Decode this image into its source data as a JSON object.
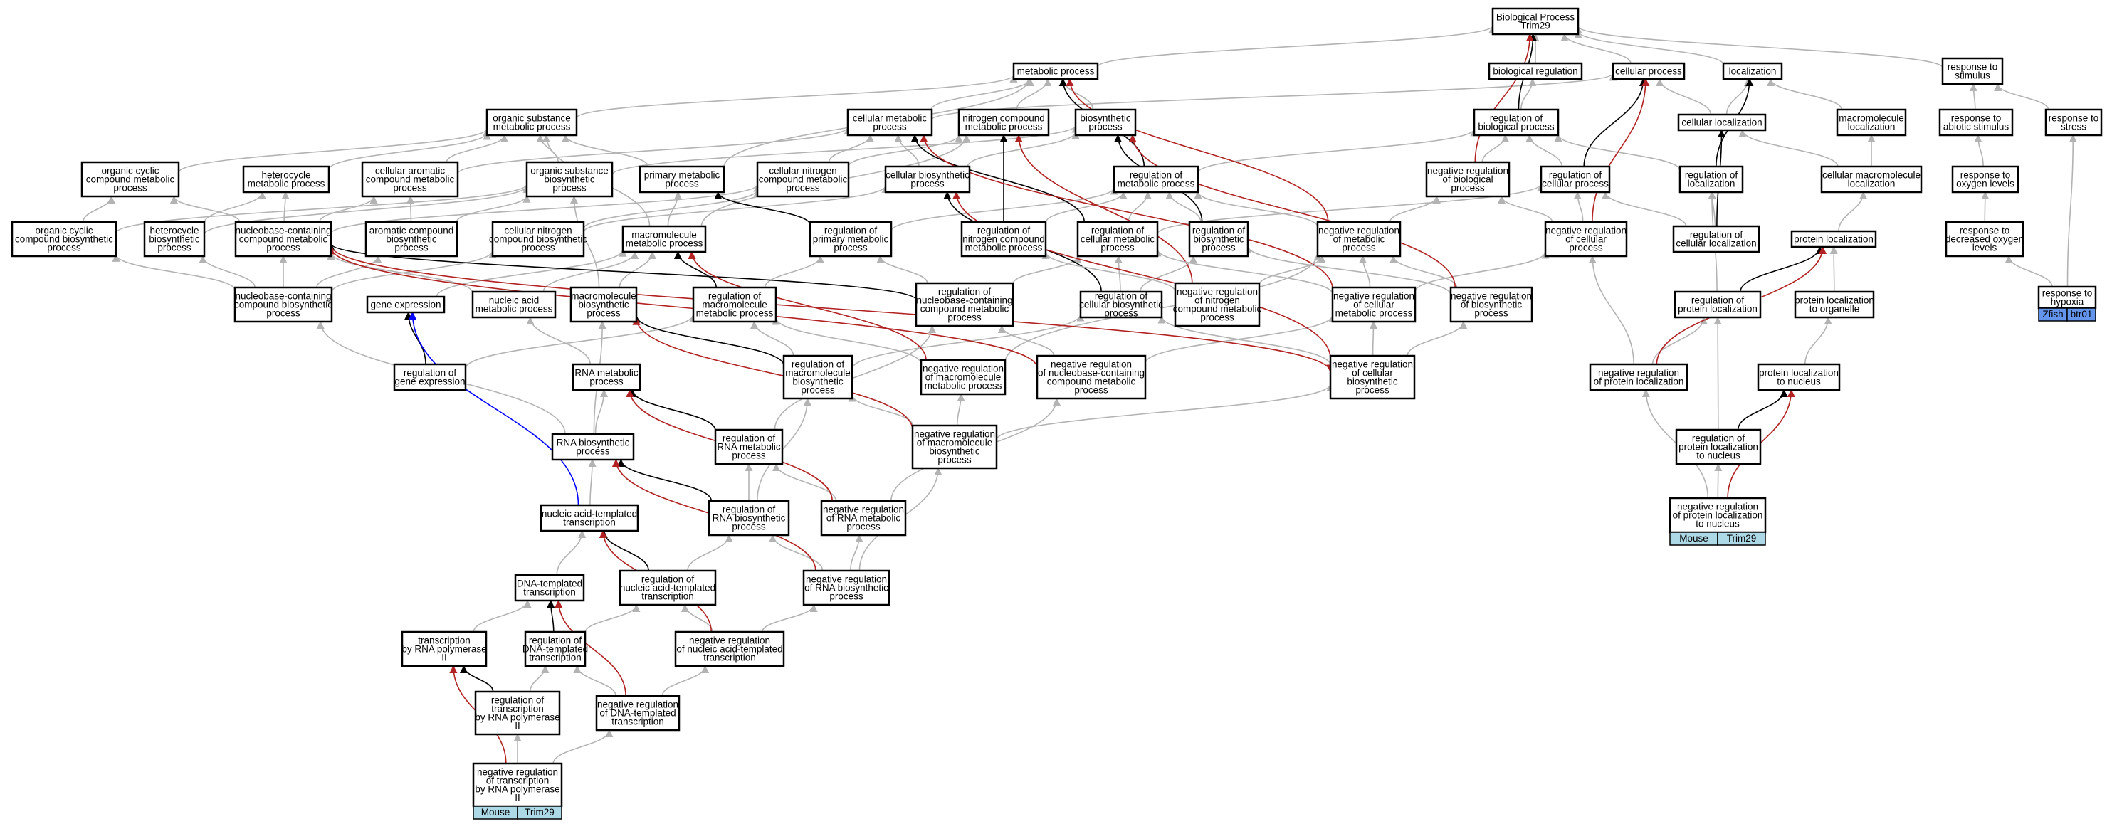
{
  "colors": {
    "is_a": "#b3b3b3",
    "regulates": "#000000",
    "negatively_regulates": "#b22222",
    "part_of": "#0000ff",
    "species_mouse": "#add8e6",
    "species_zfish": "#6495ed"
  },
  "nodes": [
    {
      "id": "root",
      "label": "Biological Process\nTrim29"
    },
    {
      "id": "mp",
      "label": "metabolic process"
    },
    {
      "id": "bioreg",
      "label": "biological regulation"
    },
    {
      "id": "cp",
      "label": "cellular process"
    },
    {
      "id": "loc",
      "label": "localization"
    },
    {
      "id": "rts",
      "label": "response to\nstimulus"
    },
    {
      "id": "osmp",
      "label": "organic substance\nmetabolic process"
    },
    {
      "id": "cmp",
      "label": "cellular metabolic\nprocess"
    },
    {
      "id": "ncmp",
      "label": "nitrogen compound\nmetabolic process"
    },
    {
      "id": "bp",
      "label": "biosynthetic\nprocess"
    },
    {
      "id": "rbp",
      "label": "regulation of\nbiological process"
    },
    {
      "id": "cl",
      "label": "cellular localization"
    },
    {
      "id": "ml",
      "label": "macromolecule\nlocalization"
    },
    {
      "id": "ras",
      "label": "response to\nabiotic stimulus"
    },
    {
      "id": "rstress",
      "label": "response to\nstress"
    },
    {
      "id": "occmp",
      "label": "organic cyclic\ncompound metabolic\nprocess"
    },
    {
      "id": "hmp",
      "label": "heterocycle\nmetabolic process"
    },
    {
      "id": "cacmp",
      "label": "cellular aromatic\ncompound metabolic\nprocess"
    },
    {
      "id": "osbp",
      "label": "organic substance\nbiosynthetic\nprocess"
    },
    {
      "id": "pmp",
      "label": "primary metabolic\nprocess"
    },
    {
      "id": "cncmp",
      "label": "cellular nitrogen\ncompound metabolic\nprocess"
    },
    {
      "id": "cbp",
      "label": "cellular biosynthetic\nprocess"
    },
    {
      "id": "rmp",
      "label": "regulation of\nmetabolic process"
    },
    {
      "id": "nrbp",
      "label": "negative regulation\nof biological\nprocess"
    },
    {
      "id": "rcp",
      "label": "regulation of\ncellular process"
    },
    {
      "id": "rloc",
      "label": "regulation of\nlocalization"
    },
    {
      "id": "cml",
      "label": "cellular macromolecule\nlocalization"
    },
    {
      "id": "rol",
      "label": "response to\noxygen levels"
    },
    {
      "id": "occbp",
      "label": "organic cyclic\ncompound biosynthetic\nprocess"
    },
    {
      "id": "hbp",
      "label": "heterocycle\nbiosynthetic\nprocess"
    },
    {
      "id": "nbcmp",
      "label": "nucleobase-containing\ncompound metabolic\nprocess"
    },
    {
      "id": "acbp",
      "label": "aromatic compound\nbiosynthetic\nprocess"
    },
    {
      "id": "cncbp",
      "label": "cellular nitrogen\ncompound biosynthetic\nprocess"
    },
    {
      "id": "macmp",
      "label": "macromolecule\nmetabolic process"
    },
    {
      "id": "rpmp",
      "label": "regulation of\nprimary metabolic\nprocess"
    },
    {
      "id": "rncmp",
      "label": "regulation of\nnitrogen compound\nmetabolic process"
    },
    {
      "id": "rcmp",
      "label": "regulation of\ncellular metabolic\nprocess"
    },
    {
      "id": "rbsp",
      "label": "regulation of\nbiosynthetic\nprocess"
    },
    {
      "id": "nrmp",
      "label": "negative regulation\nof metabolic\nprocess"
    },
    {
      "id": "nrcp",
      "label": "negative regulation\nof cellular\nprocess"
    },
    {
      "id": "rcl",
      "label": "regulation of\ncellular localization"
    },
    {
      "id": "pl",
      "label": "protein localization"
    },
    {
      "id": "rdol",
      "label": "response to\ndecreased oxygen\nlevels"
    },
    {
      "id": "nbcbp",
      "label": "nucleobase-containing\ncompound biosynthetic\nprocess"
    },
    {
      "id": "ge",
      "label": "gene expression"
    },
    {
      "id": "namp",
      "label": "nucleic acid\nmetabolic process"
    },
    {
      "id": "mbp",
      "label": "macromolecule\nbiosynthetic\nprocess"
    },
    {
      "id": "rmmp",
      "label": "regulation of\nmacromolecule\nmetabolic process"
    },
    {
      "id": "rnbcmp",
      "label": "regulation of\nnucleobase-containing\ncompound metabolic\nprocess"
    },
    {
      "id": "rcbp",
      "label": "regulation of\ncellular biosynthetic\nprocess"
    },
    {
      "id": "nrncmp",
      "label": "negative regulation\nof nitrogen\ncompound metabolic\nprocess"
    },
    {
      "id": "nrcmp",
      "label": "negative regulation\nof cellular\nmetabolic process"
    },
    {
      "id": "nrbsp",
      "label": "negative regulation\nof biosynthetic\nprocess"
    },
    {
      "id": "rpl",
      "label": "regulation of\nprotein localization"
    },
    {
      "id": "plto",
      "label": "protein localization\nto organelle"
    },
    {
      "id": "rth",
      "label": "response to\nhypoxia"
    },
    {
      "id": "rge",
      "label": "regulation of\ngene expression"
    },
    {
      "id": "rnamp",
      "label": "RNA metabolic\nprocess"
    },
    {
      "id": "rmbp",
      "label": "regulation of\nmacromolecule\nbiosynthetic\nprocess"
    },
    {
      "id": "nrmmp",
      "label": "negative regulation\nof macromolecule\nmetabolic process"
    },
    {
      "id": "nrnbcmp",
      "label": "negative regulation\nof nucleobase-containing\ncompound metabolic\nprocess"
    },
    {
      "id": "nrcbp",
      "label": "negative regulation\nof cellular\nbiosynthetic\nprocess"
    },
    {
      "id": "nrpl",
      "label": "negative regulation\nof protein localization"
    },
    {
      "id": "pltn",
      "label": "protein localization\nto nucleus"
    },
    {
      "id": "rnabp",
      "label": "RNA biosynthetic\nprocess"
    },
    {
      "id": "rrnamp",
      "label": "regulation of\nRNA metabolic\nprocess"
    },
    {
      "id": "nrmbp",
      "label": "negative regulation\nof macromolecule\nbiosynthetic\nprocess"
    },
    {
      "id": "rpltn",
      "label": "regulation of\nprotein localization\nto nucleus"
    },
    {
      "id": "natt",
      "label": "nucleic acid-templated\ntranscription"
    },
    {
      "id": "rrnabp",
      "label": "regulation of\nRNA biosynthetic\nprocess"
    },
    {
      "id": "nrrnamp",
      "label": "negative regulation\nof RNA metabolic\nprocess"
    },
    {
      "id": "nrpltn",
      "label": "negative regulation\nof protein localization\nto nucleus"
    },
    {
      "id": "dtt",
      "label": "DNA-templated\ntranscription"
    },
    {
      "id": "rnatt",
      "label": "regulation of\nnucleic acid-templated\ntranscription"
    },
    {
      "id": "nrrnabp",
      "label": "negative regulation\nof RNA biosynthetic\nprocess"
    },
    {
      "id": "trp2",
      "label": "transcription\nby RNA polymerase\nII"
    },
    {
      "id": "rdtt",
      "label": "regulation of\nDNA-templated\ntranscription"
    },
    {
      "id": "nrnatt",
      "label": "negative regulation\nof nucleic acid-templated\ntranscription"
    },
    {
      "id": "rtrp2",
      "label": "regulation of\ntranscription\nby RNA polymerase\nII"
    },
    {
      "id": "nrdtt",
      "label": "negative regulation\nof DNA-templated\ntranscription"
    },
    {
      "id": "nrtrp2",
      "label": "negative regulation\nof transcription\nby RNA polymerase\nII"
    }
  ],
  "edges": [
    [
      "mp",
      "root",
      "is_a"
    ],
    [
      "bioreg",
      "root",
      "is_a"
    ],
    [
      "cp",
      "root",
      "is_a"
    ],
    [
      "loc",
      "root",
      "is_a"
    ],
    [
      "rts",
      "root",
      "is_a"
    ],
    [
      "osmp",
      "mp",
      "is_a"
    ],
    [
      "cmp",
      "mp",
      "is_a"
    ],
    [
      "ncmp",
      "mp",
      "is_a"
    ],
    [
      "bp",
      "mp",
      "is_a"
    ],
    [
      "pmp",
      "mp",
      "is_a"
    ],
    [
      "cmp",
      "cp",
      "is_a"
    ],
    [
      "cl",
      "cp",
      "is_a"
    ],
    [
      "cl",
      "loc",
      "is_a"
    ],
    [
      "ml",
      "loc",
      "is_a"
    ],
    [
      "rbp",
      "bioreg",
      "is_a"
    ],
    [
      "rbp",
      "root",
      "regulates"
    ],
    [
      "nrbp",
      "rbp",
      "is_a"
    ],
    [
      "nrbp",
      "root",
      "negatively_regulates"
    ],
    [
      "ras",
      "rts",
      "is_a"
    ],
    [
      "rstress",
      "rts",
      "is_a"
    ],
    [
      "rol",
      "ras",
      "is_a"
    ],
    [
      "rdol",
      "rol",
      "is_a"
    ],
    [
      "rth",
      "rdol",
      "is_a"
    ],
    [
      "rth",
      "rstress",
      "is_a"
    ],
    [
      "occmp",
      "osmp",
      "is_a"
    ],
    [
      "hmp",
      "osmp",
      "is_a"
    ],
    [
      "cacmp",
      "cmp",
      "is_a"
    ],
    [
      "cacmp",
      "osmp",
      "is_a"
    ],
    [
      "osbp",
      "osmp",
      "is_a"
    ],
    [
      "osbp",
      "bp",
      "is_a"
    ],
    [
      "pmp",
      "osmp",
      "is_a"
    ],
    [
      "cncmp",
      "cmp",
      "is_a"
    ],
    [
      "cncmp",
      "ncmp",
      "is_a"
    ],
    [
      "cbp",
      "cmp",
      "is_a"
    ],
    [
      "cbp",
      "bp",
      "is_a"
    ],
    [
      "rmp",
      "rbp",
      "is_a"
    ],
    [
      "rmp",
      "mp",
      "regulates"
    ],
    [
      "rcp",
      "rbp",
      "is_a"
    ],
    [
      "rcp",
      "cp",
      "regulates"
    ],
    [
      "rloc",
      "rbp",
      "is_a"
    ],
    [
      "rloc",
      "loc",
      "regulates"
    ],
    [
      "cml",
      "ml",
      "is_a"
    ],
    [
      "cml",
      "cl",
      "is_a"
    ],
    [
      "occbp",
      "occmp",
      "is_a"
    ],
    [
      "occbp",
      "osbp",
      "is_a"
    ],
    [
      "hbp",
      "hmp",
      "is_a"
    ],
    [
      "hbp",
      "osbp",
      "is_a"
    ],
    [
      "nbcmp",
      "hmp",
      "is_a"
    ],
    [
      "nbcmp",
      "cacmp",
      "is_a"
    ],
    [
      "nbcmp",
      "occmp",
      "is_a"
    ],
    [
      "nbcmp",
      "cncmp",
      "is_a"
    ],
    [
      "acbp",
      "cacmp",
      "is_a"
    ],
    [
      "acbp",
      "osbp",
      "is_a"
    ],
    [
      "cncbp",
      "cncmp",
      "is_a"
    ],
    [
      "cncbp",
      "cbp",
      "is_a"
    ],
    [
      "macmp",
      "pmp",
      "is_a"
    ],
    [
      "macmp",
      "osmp",
      "is_a"
    ],
    [
      "macmp",
      "ncmp",
      "is_a"
    ],
    [
      "rpmp",
      "rmp",
      "is_a"
    ],
    [
      "rpmp",
      "pmp",
      "regulates"
    ],
    [
      "rncmp",
      "rmp",
      "is_a"
    ],
    [
      "rncmp",
      "ncmp",
      "regulates"
    ],
    [
      "rcmp",
      "rmp",
      "is_a"
    ],
    [
      "rcmp",
      "rcp",
      "is_a"
    ],
    [
      "rcmp",
      "cmp",
      "regulates"
    ],
    [
      "rbsp",
      "rmp",
      "is_a"
    ],
    [
      "rbsp",
      "bp",
      "regulates"
    ],
    [
      "nrmp",
      "rmp",
      "is_a"
    ],
    [
      "nrmp",
      "nrbp",
      "is_a"
    ],
    [
      "nrmp",
      "mp",
      "negatively_regulates"
    ],
    [
      "nrcp",
      "rcp",
      "is_a"
    ],
    [
      "nrcp",
      "nrbp",
      "is_a"
    ],
    [
      "nrcp",
      "cp",
      "negatively_regulates"
    ],
    [
      "rcl",
      "rcp",
      "is_a"
    ],
    [
      "rcl",
      "rloc",
      "is_a"
    ],
    [
      "rcl",
      "cl",
      "regulates"
    ],
    [
      "pl",
      "cml",
      "is_a"
    ],
    [
      "nbcbp",
      "nbcmp",
      "is_a"
    ],
    [
      "nbcbp",
      "occbp",
      "is_a"
    ],
    [
      "nbcbp",
      "hbp",
      "is_a"
    ],
    [
      "nbcbp",
      "acbp",
      "is_a"
    ],
    [
      "nbcbp",
      "cncbp",
      "is_a"
    ],
    [
      "ge",
      "macmp",
      "is_a"
    ],
    [
      "namp",
      "nbcmp",
      "is_a"
    ],
    [
      "namp",
      "macmp",
      "is_a"
    ],
    [
      "mbp",
      "macmp",
      "is_a"
    ],
    [
      "mbp",
      "osbp",
      "is_a"
    ],
    [
      "rmmp",
      "rpmp",
      "is_a"
    ],
    [
      "rmmp",
      "macmp",
      "regulates"
    ],
    [
      "rnbcmp",
      "rcmp",
      "is_a"
    ],
    [
      "rnbcmp",
      "rpmp",
      "is_a"
    ],
    [
      "rnbcmp",
      "nbcmp",
      "regulates"
    ],
    [
      "rcbp",
      "rbsp",
      "is_a"
    ],
    [
      "rcbp",
      "rcmp",
      "is_a"
    ],
    [
      "rcbp",
      "cbp",
      "regulates"
    ],
    [
      "nrncmp",
      "rncmp",
      "is_a"
    ],
    [
      "nrncmp",
      "nrmp",
      "is_a"
    ],
    [
      "nrncmp",
      "ncmp",
      "negatively_regulates"
    ],
    [
      "nrcmp",
      "rcmp",
      "is_a"
    ],
    [
      "nrcmp",
      "nrmp",
      "is_a"
    ],
    [
      "nrcmp",
      "nrcp",
      "is_a"
    ],
    [
      "nrcmp",
      "cmp",
      "negatively_regulates"
    ],
    [
      "nrbsp",
      "rbsp",
      "is_a"
    ],
    [
      "nrbsp",
      "nrmp",
      "is_a"
    ],
    [
      "nrbsp",
      "bp",
      "negatively_regulates"
    ],
    [
      "rpl",
      "rloc",
      "is_a"
    ],
    [
      "rpl",
      "pl",
      "regulates"
    ],
    [
      "plto",
      "pl",
      "is_a"
    ],
    [
      "rge",
      "rmmp",
      "is_a"
    ],
    [
      "rge",
      "ge",
      "regulates"
    ],
    [
      "rnamp",
      "namp",
      "is_a"
    ],
    [
      "rmbp",
      "rmmp",
      "is_a"
    ],
    [
      "rmbp",
      "rcbp",
      "is_a"
    ],
    [
      "rmbp",
      "mbp",
      "regulates"
    ],
    [
      "nrmmp",
      "rmmp",
      "is_a"
    ],
    [
      "nrmmp",
      "nrmp",
      "is_a"
    ],
    [
      "nrmmp",
      "macmp",
      "negatively_regulates"
    ],
    [
      "nrnbcmp",
      "rnbcmp",
      "is_a"
    ],
    [
      "nrnbcmp",
      "nrcmp",
      "is_a"
    ],
    [
      "nrnbcmp",
      "nbcmp",
      "negatively_regulates"
    ],
    [
      "nrcbp",
      "rcbp",
      "is_a"
    ],
    [
      "nrcbp",
      "nrbsp",
      "is_a"
    ],
    [
      "nrcbp",
      "nrcmp",
      "is_a"
    ],
    [
      "nrcbp",
      "cbp",
      "negatively_regulates"
    ],
    [
      "nrpl",
      "rpl",
      "is_a"
    ],
    [
      "nrpl",
      "nrcp",
      "is_a"
    ],
    [
      "nrpl",
      "pl",
      "negatively_regulates"
    ],
    [
      "pltn",
      "plto",
      "is_a"
    ],
    [
      "rnabp",
      "rnamp",
      "is_a"
    ],
    [
      "rnabp",
      "nbcbp",
      "is_a"
    ],
    [
      "rnabp",
      "mbp",
      "is_a"
    ],
    [
      "rrnamp",
      "rnbcmp",
      "is_a"
    ],
    [
      "rrnamp",
      "rnamp",
      "regulates"
    ],
    [
      "nrmbp",
      "nrmmp",
      "is_a"
    ],
    [
      "nrmbp",
      "rmbp",
      "is_a"
    ],
    [
      "nrmbp",
      "nrcbp",
      "is_a"
    ],
    [
      "nrmbp",
      "mbp",
      "negatively_regulates"
    ],
    [
      "rpltn",
      "rpl",
      "is_a"
    ],
    [
      "rpltn",
      "pltn",
      "regulates"
    ],
    [
      "natt",
      "rnabp",
      "is_a"
    ],
    [
      "natt",
      "ge",
      "part_of"
    ],
    [
      "rrnabp",
      "rrnamp",
      "is_a"
    ],
    [
      "rrnabp",
      "rmbp",
      "is_a"
    ],
    [
      "rrnabp",
      "rnabp",
      "regulates"
    ],
    [
      "nrrnamp",
      "rrnamp",
      "is_a"
    ],
    [
      "nrrnamp",
      "nrnbcmp",
      "is_a"
    ],
    [
      "nrrnamp",
      "rnamp",
      "negatively_regulates"
    ],
    [
      "nrpltn",
      "rpltn",
      "is_a"
    ],
    [
      "nrpltn",
      "nrpl",
      "is_a"
    ],
    [
      "nrpltn",
      "pltn",
      "negatively_regulates"
    ],
    [
      "dtt",
      "natt",
      "is_a"
    ],
    [
      "rnatt",
      "rrnabp",
      "is_a"
    ],
    [
      "rnatt",
      "natt",
      "regulates"
    ],
    [
      "nrrnabp",
      "rrnabp",
      "is_a"
    ],
    [
      "nrrnabp",
      "nrmbp",
      "is_a"
    ],
    [
      "nrrnabp",
      "nrrnamp",
      "is_a"
    ],
    [
      "nrrnabp",
      "rnabp",
      "negatively_regulates"
    ],
    [
      "trp2",
      "dtt",
      "is_a"
    ],
    [
      "rdtt",
      "rnatt",
      "is_a"
    ],
    [
      "rdtt",
      "dtt",
      "regulates"
    ],
    [
      "nrnatt",
      "rnatt",
      "is_a"
    ],
    [
      "nrnatt",
      "nrrnabp",
      "is_a"
    ],
    [
      "nrnatt",
      "natt",
      "negatively_regulates"
    ],
    [
      "rtrp2",
      "rdtt",
      "is_a"
    ],
    [
      "rtrp2",
      "trp2",
      "regulates"
    ],
    [
      "nrdtt",
      "rdtt",
      "is_a"
    ],
    [
      "nrdtt",
      "nrnatt",
      "is_a"
    ],
    [
      "nrdtt",
      "dtt",
      "negatively_regulates"
    ],
    [
      "nrtrp2",
      "rtrp2",
      "is_a"
    ],
    [
      "nrtrp2",
      "nrdtt",
      "is_a"
    ],
    [
      "nrtrp2",
      "trp2",
      "negatively_regulates"
    ],
    [
      "nbcmp",
      "nrcbp",
      "negatively_regulates"
    ]
  ],
  "species_tags": [
    {
      "node": "nrtrp2",
      "cells": [
        {
          "label": "Mouse",
          "color": "#add8e6"
        },
        {
          "label": "Trim29",
          "color": "#add8e6"
        }
      ]
    },
    {
      "node": "nrpltn",
      "cells": [
        {
          "label": "Mouse",
          "color": "#add8e6"
        },
        {
          "label": "Trim29",
          "color": "#add8e6"
        }
      ]
    },
    {
      "node": "rth",
      "cells": [
        {
          "label": "Zfish",
          "color": "#6495ed"
        },
        {
          "label": "btr01",
          "color": "#6495ed"
        }
      ]
    }
  ]
}
